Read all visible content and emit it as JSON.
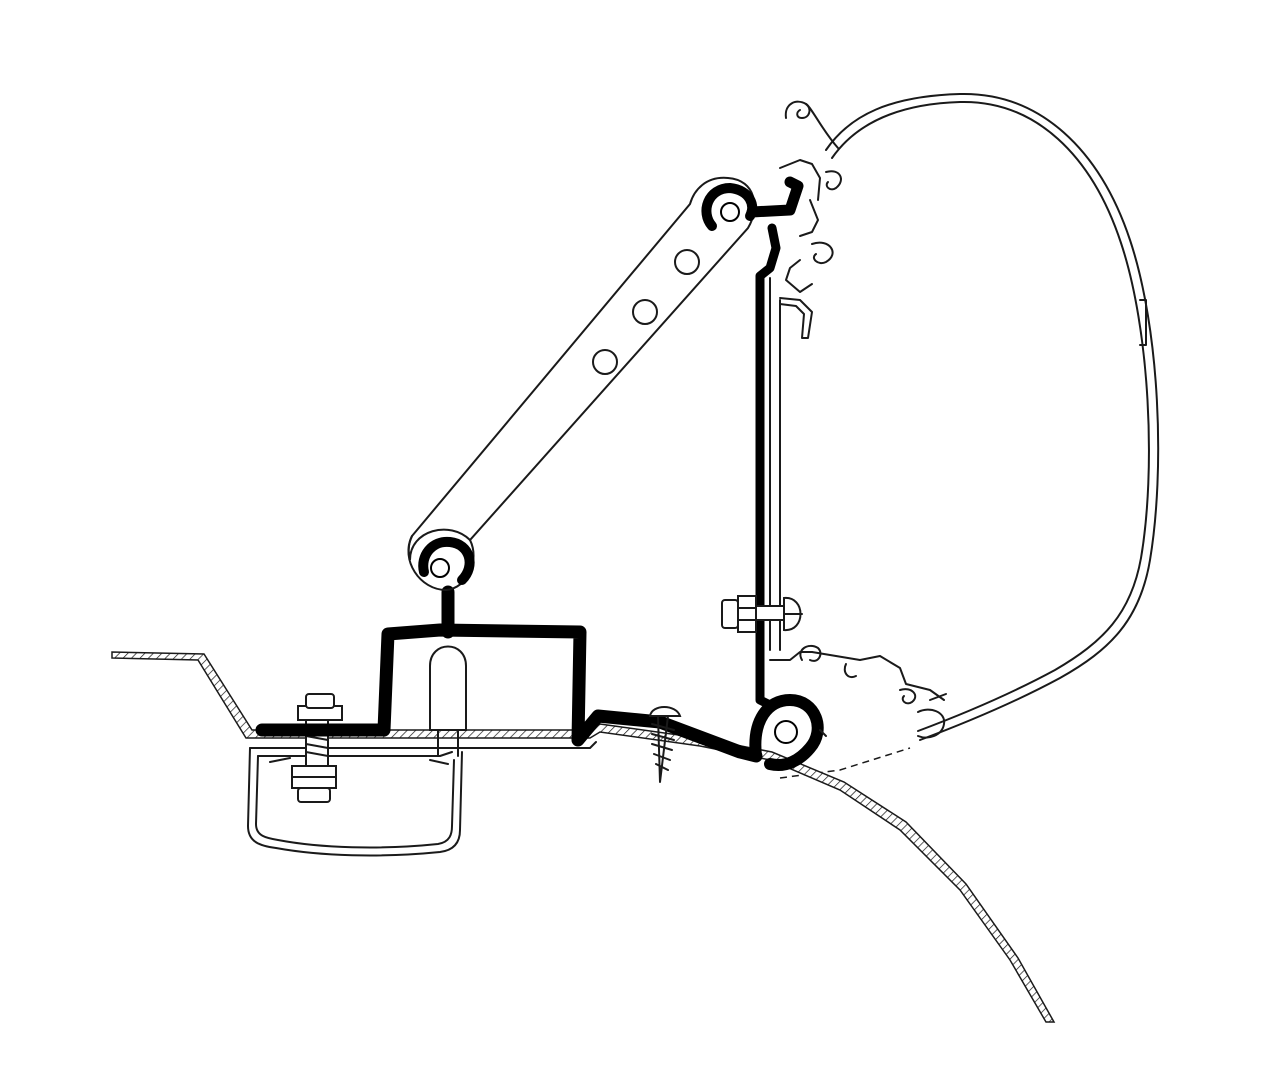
{
  "figure": {
    "description_visible_text": "",
    "colors": {
      "line": "#1a1a1a",
      "profile": "#000000",
      "background": "#ffffff"
    },
    "parts": [
      "vehicle-roof-panel",
      "roof-rail-channel",
      "mounting-bracket",
      "diagonal-strut",
      "vertical-adapter-plate",
      "awning-cassette",
      "hex-bolt",
      "wood-screw",
      "rubber-plug"
    ]
  }
}
